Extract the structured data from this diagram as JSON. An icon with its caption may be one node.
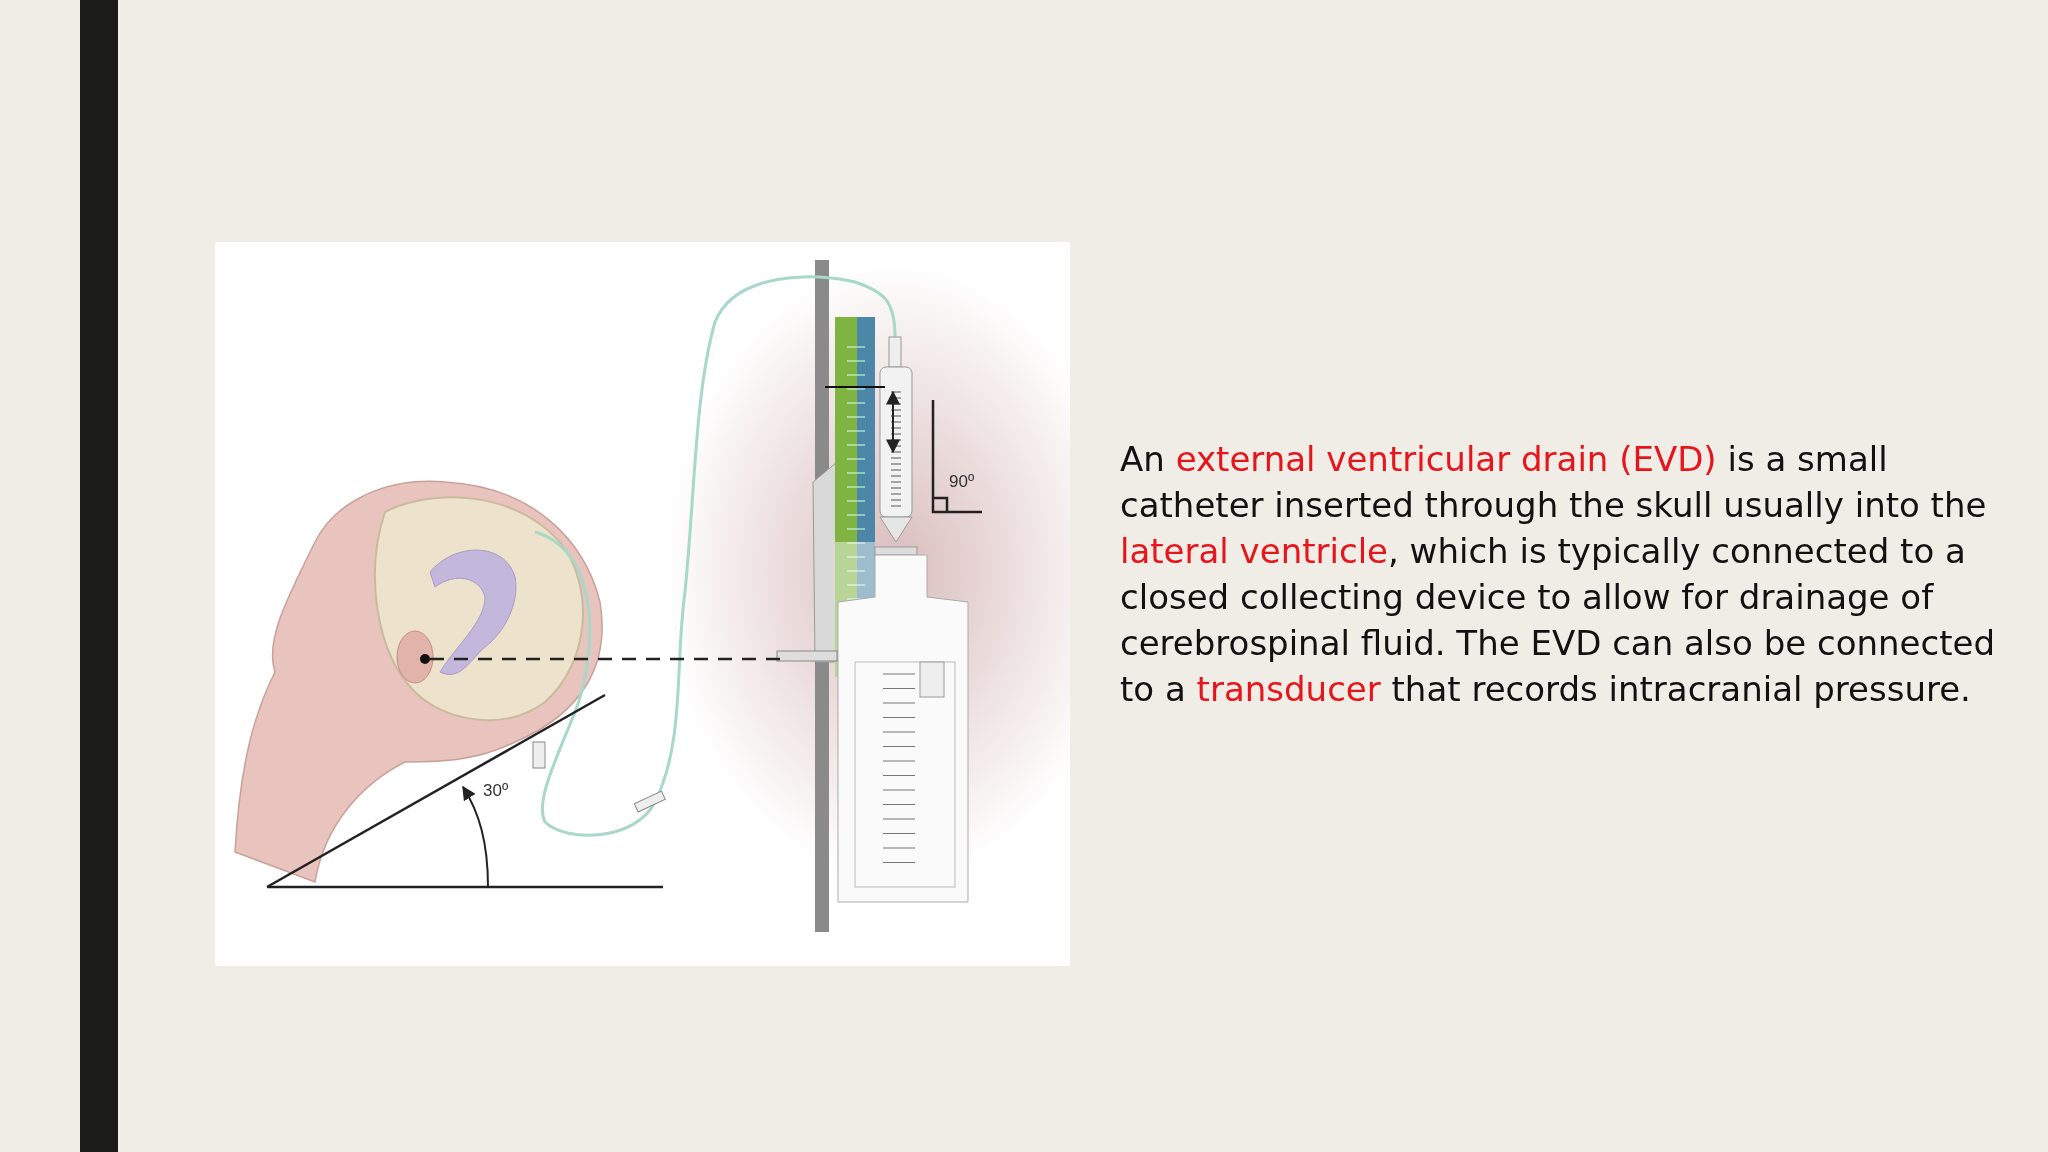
{
  "diagram": {
    "nodes": [
      {
        "text": [],
        "shape": "bar"
      }
    ],
    "labels": [
      "30º",
      "90º",
      "An *external ventricular drain (EVD)* is a small catheter inserted through the skull usually into the *lateral ventricle*, which is typically connected to a closed collecting device to allow for drainage of cerebrospinal fluid. The EVD can also be connected to a *transducer* that records intracranial pressure."
    ]
  }
}
